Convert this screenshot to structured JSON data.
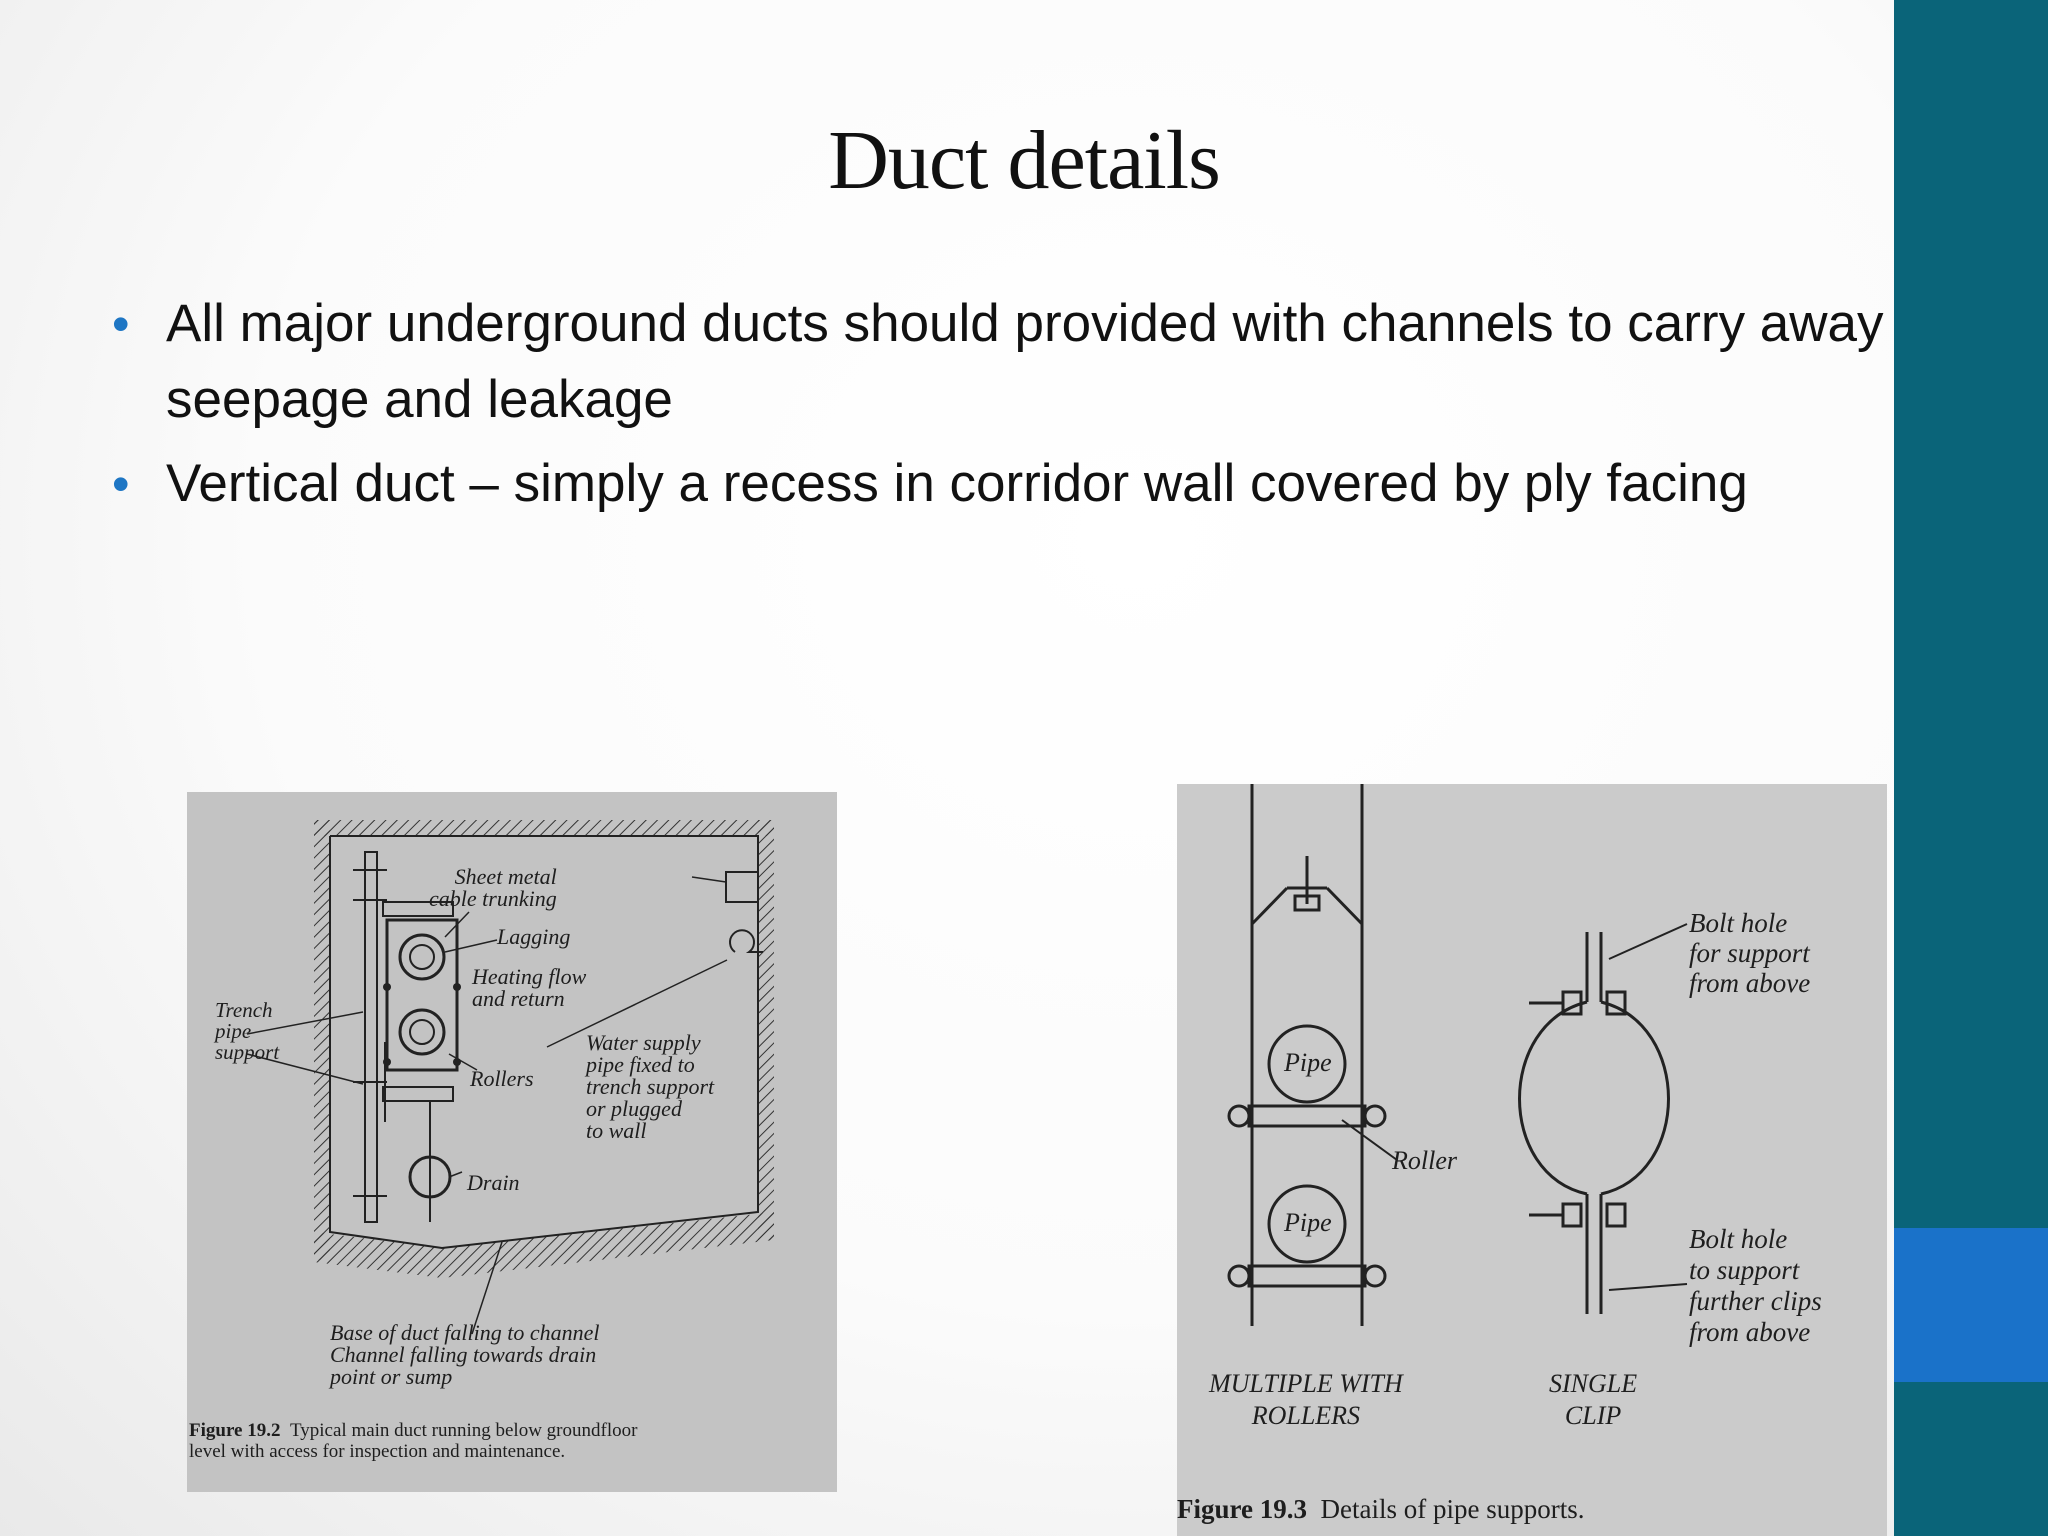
{
  "slide": {
    "title": "Duct details",
    "bullets": [
      "All major underground ducts should provided with channels to carry away seepage and leakage",
      "Vertical duct – simply a recess in corridor wall covered by ply facing"
    ]
  },
  "figure_left": {
    "labels": {
      "sheet_metal": "Sheet metal\ncable trunking",
      "lagging": "Lagging",
      "heating": "Heating flow\nand return",
      "trench": "Trench\npipe\nsupport",
      "water": "Water supply\npipe fixed to\ntrench support\nor plugged\nto wall",
      "rollers": "Rollers",
      "drain": "Drain",
      "base": "Base of duct falling to channel\nChannel falling towards drain\npoint or sump"
    },
    "caption_number": "Figure 19.2",
    "caption_text": "Typical main duct running below groundfloor\nlevel with access for inspection and maintenance."
  },
  "figure_right": {
    "labels": {
      "pipe_top": "Pipe",
      "pipe_bottom": "Pipe",
      "roller": "Roller",
      "bolt_hole_top": "Bolt hole\nfor support\nfrom above",
      "bolt_hole_bottom": "Bolt hole\nto support\nfurther clips\nfrom above",
      "multiple": "MULTIPLE WITH\nROLLERS",
      "single": "SINGLE\nCLIP"
    },
    "caption_number": "Figure 19.3",
    "caption_text": "Details of pipe supports."
  },
  "colors": {
    "side_bar": "#0a6479",
    "side_accent": "#1a72c9",
    "bullet": "#1e76c4"
  }
}
